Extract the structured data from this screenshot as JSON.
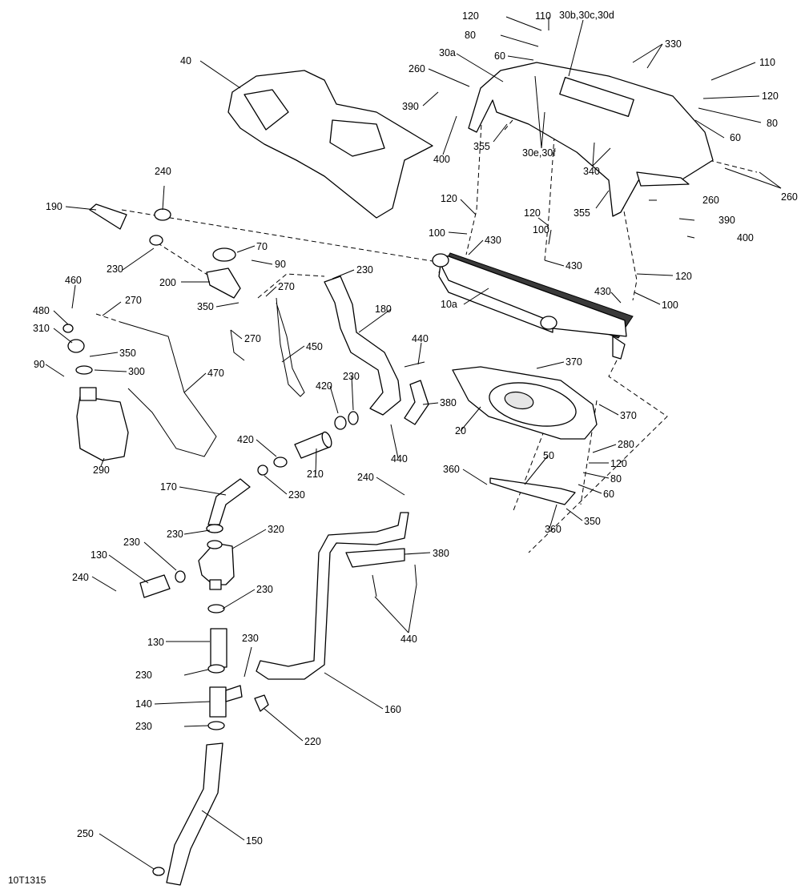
{
  "figure_code": "10T1315",
  "callouts": [
    {
      "label": "120"
    },
    {
      "label": "110"
    },
    {
      "label": "30b,30c,30d"
    },
    {
      "label": "80"
    },
    {
      "label": "330"
    },
    {
      "label": "30a"
    },
    {
      "label": "60"
    },
    {
      "label": "40"
    },
    {
      "label": "260"
    },
    {
      "label": "110"
    },
    {
      "label": "390"
    },
    {
      "label": "120"
    },
    {
      "label": "80"
    },
    {
      "label": "355"
    },
    {
      "label": "60"
    },
    {
      "label": "400"
    },
    {
      "label": "30e,30f"
    },
    {
      "label": "340"
    },
    {
      "label": "240"
    },
    {
      "label": "260"
    },
    {
      "label": "120"
    },
    {
      "label": "260"
    },
    {
      "label": "190"
    },
    {
      "label": "120"
    },
    {
      "label": "355"
    },
    {
      "label": "390"
    },
    {
      "label": "100"
    },
    {
      "label": "100"
    },
    {
      "label": "400"
    },
    {
      "label": "430"
    },
    {
      "label": "230"
    },
    {
      "label": "70"
    },
    {
      "label": "90"
    },
    {
      "label": "430"
    },
    {
      "label": "230"
    },
    {
      "label": "120"
    },
    {
      "label": "460"
    },
    {
      "label": "200"
    },
    {
      "label": "270"
    },
    {
      "label": "10a"
    },
    {
      "label": "430"
    },
    {
      "label": "270"
    },
    {
      "label": "350"
    },
    {
      "label": "100"
    },
    {
      "label": "480"
    },
    {
      "label": "180"
    },
    {
      "label": "310"
    },
    {
      "label": "270"
    },
    {
      "label": "440"
    },
    {
      "label": "350"
    },
    {
      "label": "450"
    },
    {
      "label": "90"
    },
    {
      "label": "300"
    },
    {
      "label": "370"
    },
    {
      "label": "470"
    },
    {
      "label": "230"
    },
    {
      "label": "420"
    },
    {
      "label": "380"
    },
    {
      "label": "370"
    },
    {
      "label": "20"
    },
    {
      "label": "440"
    },
    {
      "label": "420"
    },
    {
      "label": "280"
    },
    {
      "label": "290"
    },
    {
      "label": "210"
    },
    {
      "label": "120"
    },
    {
      "label": "360"
    },
    {
      "label": "50"
    },
    {
      "label": "80"
    },
    {
      "label": "240"
    },
    {
      "label": "60"
    },
    {
      "label": "170"
    },
    {
      "label": "230"
    },
    {
      "label": "350"
    },
    {
      "label": "360"
    },
    {
      "label": "230"
    },
    {
      "label": "320"
    },
    {
      "label": "380"
    },
    {
      "label": "130"
    },
    {
      "label": "230"
    },
    {
      "label": "240"
    },
    {
      "label": "230"
    },
    {
      "label": "440"
    },
    {
      "label": "130"
    },
    {
      "label": "230"
    },
    {
      "label": "230"
    },
    {
      "label": "140"
    },
    {
      "label": "160"
    },
    {
      "label": "230"
    },
    {
      "label": "220"
    },
    {
      "label": "250"
    },
    {
      "label": "150"
    }
  ]
}
